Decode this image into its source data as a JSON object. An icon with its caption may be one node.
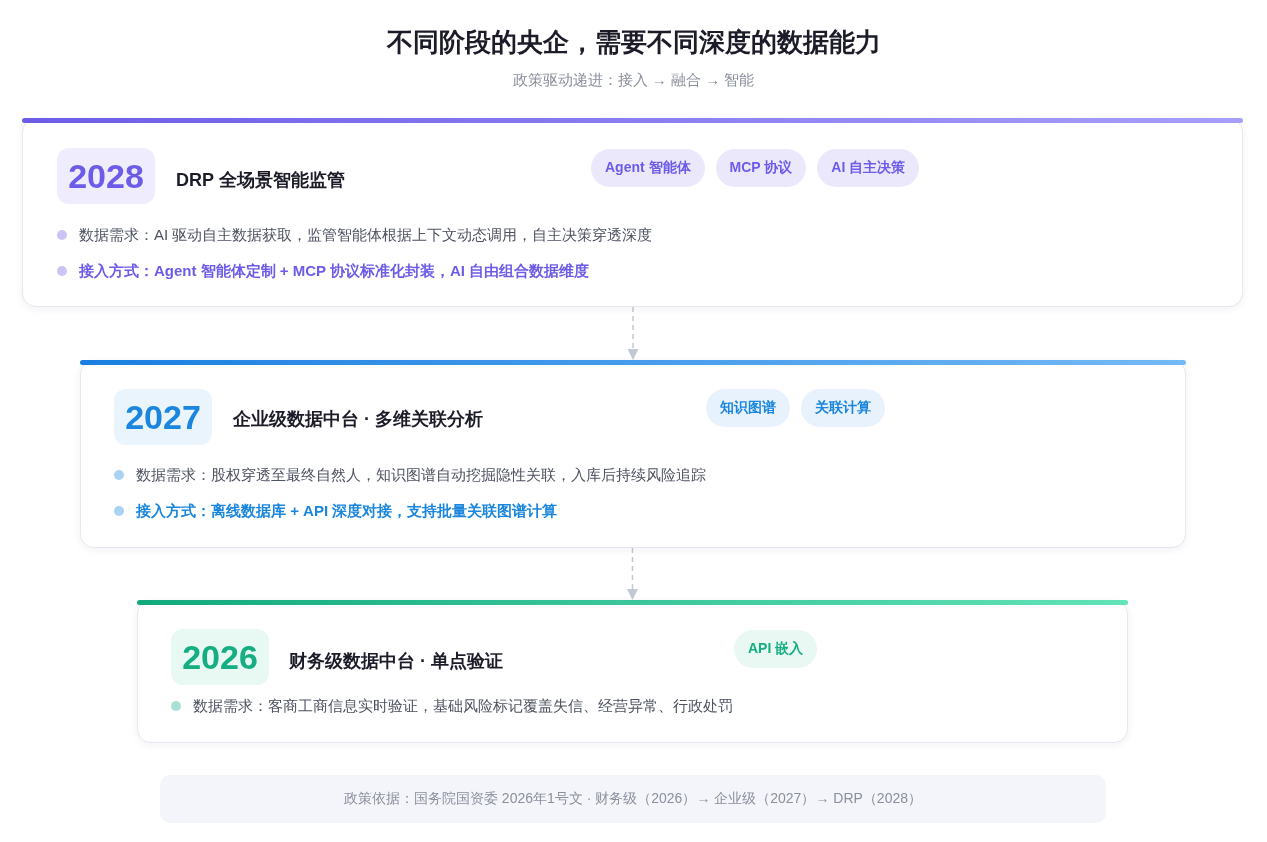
{
  "diagram": {
    "title": "不同阶段的央企，需要不同深度的数据能力",
    "nodes": [
      {
        "text": [
          "DRP 全场景智能监管",
          "数据需求：AI 驱动自主数据获取，监管智能体根据上下文动态调用，自主决策穿透深度",
          "接入方式：Agent 智能体定制 + MCP 协议标准化封装，AI 自由组合数据维度"
        ]
      },
      {
        "text": [
          "2028"
        ],
        "in": 0
      },
      {
        "text": [
          "Agent 智能体"
        ],
        "in": 0
      },
      {
        "text": [
          "MCP 协议"
        ],
        "in": 0
      },
      {
        "text": [
          "AI 自主决策"
        ],
        "in": 0
      },
      {
        "text": [
          "企业级数据中台 · 多维关联分析",
          "数据需求：股权穿透至最终自然人，知识图谱自动挖掘隐性关联，入库后持续风险追踪",
          "接入方式：离线数据库 + API 深度对接，支持批量关联图谱计算"
        ]
      },
      {
        "text": [
          "2027"
        ],
        "in": 5
      },
      {
        "text": [
          "知识图谱"
        ],
        "in": 5
      },
      {
        "text": [
          "关联计算"
        ],
        "in": 5
      },
      {
        "text": [
          "财务级数据中台 · 单点验证",
          "数据需求：客商工商信息实时验证，基础风险标记覆盖失信、经营异常、行政处罚"
        ]
      },
      {
        "text": [
          "2026"
        ],
        "in": 9
      },
      {
        "text": [
          "API 嵌入"
        ],
        "in": 9
      },
      {
        "text": [
          "政策依据：国务院国资委 2026年1号文 · 财务级（2026）→ 企业级（2027）→ DRP（2028）"
        ]
      }
    ],
    "edges": [
      {
        "from": 0,
        "to": 5,
        "arrow": "to",
        "style": "dashed"
      },
      {
        "from": 5,
        "to": 9,
        "arrow": "to",
        "style": "dashed"
      }
    ],
    "labels": [
      "政策驱动递进：接入 → 融合 → 智能"
    ]
  }
}
